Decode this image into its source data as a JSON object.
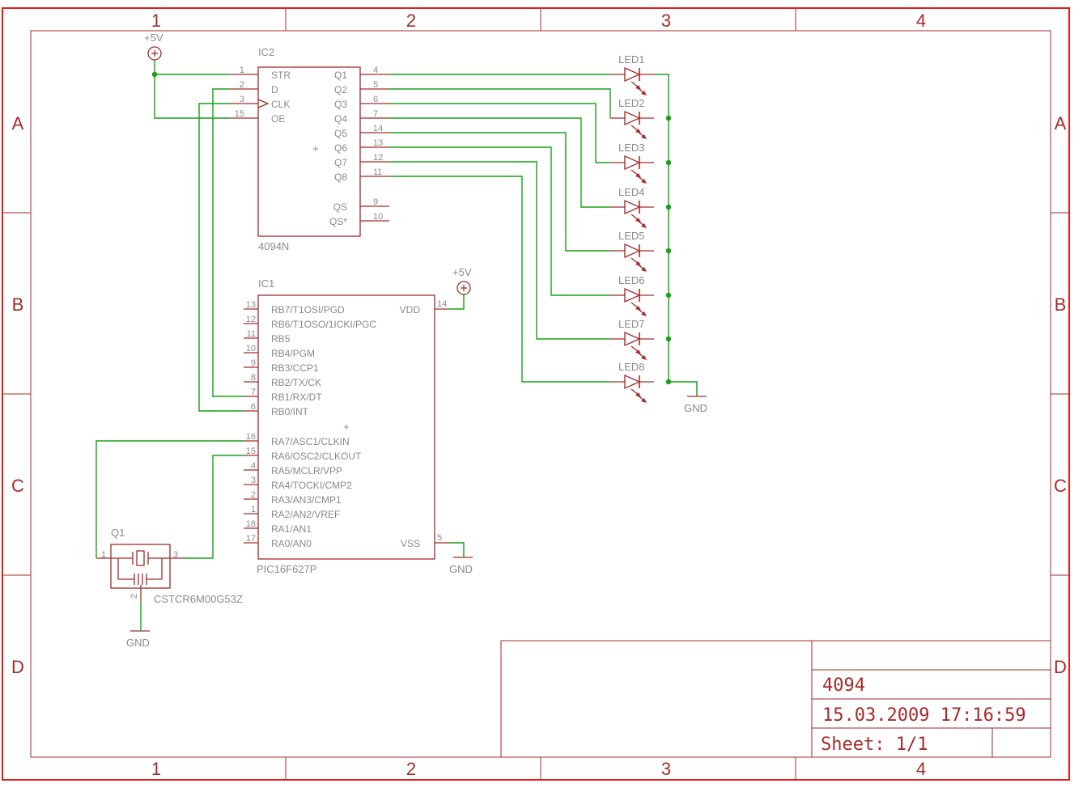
{
  "frame": {
    "columns": [
      "1",
      "2",
      "3",
      "4"
    ],
    "rows": [
      "A",
      "B",
      "C",
      "D"
    ]
  },
  "title_block": {
    "name": "4094",
    "date": "15.03.2009 17:16:59",
    "sheet": "Sheet: 1/1"
  },
  "ic2": {
    "name": "IC2",
    "value": "4094N",
    "left_pins": [
      {
        "num": "1",
        "label": "STR"
      },
      {
        "num": "2",
        "label": "D"
      },
      {
        "num": "3",
        "label": "CLK"
      },
      {
        "num": "15",
        "label": "OE"
      }
    ],
    "right_pins": [
      {
        "num": "4",
        "label": "Q1"
      },
      {
        "num": "5",
        "label": "Q2"
      },
      {
        "num": "6",
        "label": "Q3"
      },
      {
        "num": "7",
        "label": "Q4"
      },
      {
        "num": "14",
        "label": "Q5"
      },
      {
        "num": "13",
        "label": "Q6"
      },
      {
        "num": "12",
        "label": "Q7"
      },
      {
        "num": "11",
        "label": "Q8"
      },
      {
        "num": "9",
        "label": "QS"
      },
      {
        "num": "10",
        "label": "QS*"
      }
    ]
  },
  "ic1": {
    "name": "IC1",
    "value": "PIC16F627P",
    "left_pins": [
      {
        "num": "13",
        "label": "RB7/T1OSI/PGD"
      },
      {
        "num": "12",
        "label": "RB6/T1OSO/1ICKI/PGC"
      },
      {
        "num": "11",
        "label": "RB5"
      },
      {
        "num": "10",
        "label": "RB4/PGM"
      },
      {
        "num": "9",
        "label": "RB3/CCP1"
      },
      {
        "num": "8",
        "label": "RB2/TX/CK"
      },
      {
        "num": "7",
        "label": "RB1/RX/DT"
      },
      {
        "num": "6",
        "label": "RB0/INT"
      },
      {
        "num": "16",
        "label": "RA7/ASC1/CLKIN"
      },
      {
        "num": "15",
        "label": "RA6/OSC2/CLKOUT"
      },
      {
        "num": "4",
        "label": "RA5/MCLR/VPP"
      },
      {
        "num": "3",
        "label": "RA4/TOCKI/CMP2"
      },
      {
        "num": "2",
        "label": "RA3/AN3/CMP1"
      },
      {
        "num": "1",
        "label": "RA2/AN2/VREF"
      },
      {
        "num": "18",
        "label": "RA1/AN1"
      },
      {
        "num": "17",
        "label": "RA0/AN0"
      }
    ],
    "vdd": {
      "num": "14",
      "label": "VDD"
    },
    "vss": {
      "num": "5",
      "label": "VSS"
    }
  },
  "leds": [
    "LED1",
    "LED2",
    "LED3",
    "LED4",
    "LED5",
    "LED6",
    "LED7",
    "LED8"
  ],
  "q1": {
    "name": "Q1",
    "value": "CSTCR6M00G53Z",
    "pins": [
      "1",
      "2",
      "3"
    ]
  },
  "supplies": {
    "vcc_label": "+5V",
    "gnd_label": "GND"
  }
}
